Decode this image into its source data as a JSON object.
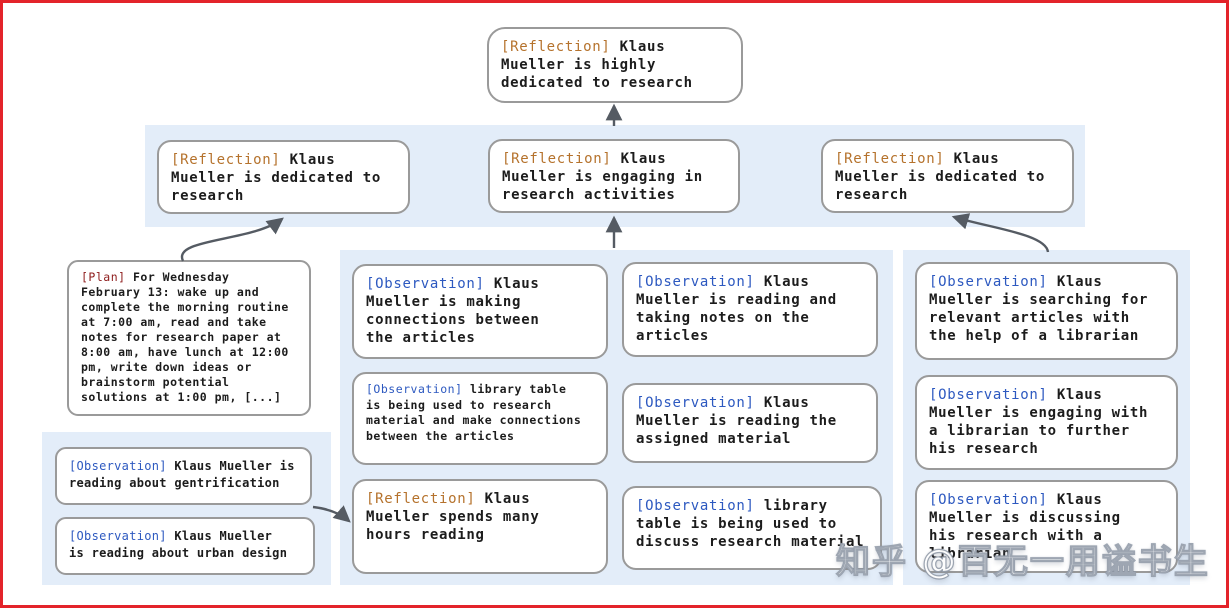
{
  "colors": {
    "frame_red": "#e3232a",
    "panel_blue": "#e3edf9",
    "box_border_gray": "#9a9a9a",
    "reflection_label": "#b5722c",
    "observation_label": "#2d59c0",
    "plan_label": "#8e1c1c",
    "arrow_gray": "#555b63",
    "body_text": "#1c1c1c"
  },
  "nodes": {
    "root": {
      "tag": "[Reflection]",
      "body": " Klaus\nMueller is highly\ndedicated to research"
    },
    "refl_left": {
      "tag": "[Reflection]",
      "body": " Klaus\nMueller is dedicated to\nresearch"
    },
    "refl_mid": {
      "tag": "[Reflection]",
      "body": " Klaus\nMueller is engaging in\nresearch activities"
    },
    "refl_right": {
      "tag": "[Reflection]",
      "body": " Klaus\nMueller is dedicated to\nresearch"
    },
    "plan": {
      "tag": "[Plan]",
      "body": " For Wednesday\nFebruary 13: wake up and\ncomplete the morning routine\nat 7:00 am, read and take\nnotes for research paper at\n8:00 am, have lunch at 12:00\npm, write down ideas or\nbrainstorm potential\nsolutions at 1:00 pm, [...]"
    },
    "obs_left_1": {
      "tag": "[Observation]",
      "body": " Klaus Mueller is\nreading about gentrification"
    },
    "obs_left_2": {
      "tag": "[Observation]",
      "body": " Klaus Mueller\nis reading about urban design"
    },
    "mid_a_1": {
      "tag": "[Observation]",
      "body": " Klaus\nMueller is making\nconnections between\nthe articles"
    },
    "mid_a_2": {
      "tag": "[Observation]",
      "body": " library table\nis being used to research\nmaterial and make connections\nbetween the articles"
    },
    "mid_a_3": {
      "tag": "[Reflection]",
      "body": " Klaus\nMueller spends many\nhours reading"
    },
    "mid_b_1": {
      "tag": "[Observation]",
      "body": " Klaus\nMueller is reading and\ntaking notes on the\narticles"
    },
    "mid_b_2": {
      "tag": "[Observation]",
      "body": " Klaus\nMueller is reading the\nassigned material"
    },
    "mid_b_3": {
      "tag": "[Observation]",
      "body": " library\ntable is being used to\ndiscuss research material"
    },
    "right_1": {
      "tag": "[Observation]",
      "body": " Klaus\nMueller is searching for\nrelevant articles with\nthe help of a librarian"
    },
    "right_2": {
      "tag": "[Observation]",
      "body": " Klaus\nMueller is engaging with\na librarian to further\nhis research"
    },
    "right_3": {
      "tag": "[Observation]",
      "body": " Klaus\nMueller is discussing\nhis research with a\nlibrarian"
    }
  },
  "watermark": "知乎 @百无一用谥书生"
}
